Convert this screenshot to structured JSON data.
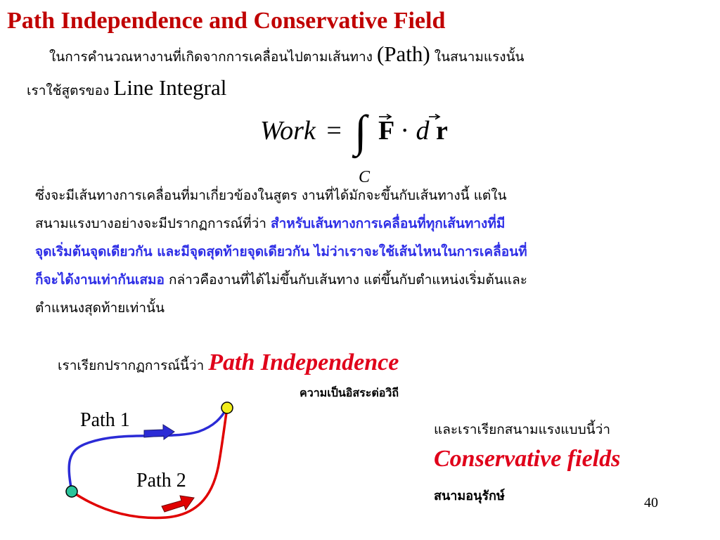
{
  "title": "Path Independence and Conservative Field",
  "intro": {
    "line1_thai": "ในการคำนวณหางานที่เกิดจากการเคลื่อนไปตามเส้นทาง",
    "line1_path": "(Path)",
    "line1_thai_end": "ในสนามแรงนั้น",
    "line2_thai": "เราใช้สูตรของ",
    "line2_latin": "Line Integral"
  },
  "formula": {
    "lhs": "Work",
    "equals": "=",
    "integral": "∫",
    "subscript": "C",
    "F": "F",
    "dot": "·",
    "d": "d",
    "r": "r"
  },
  "paragraph": {
    "line1": "ซึ่งจะมีเส้นทางการเคลื่อนที่มาเกี่ยวข้องในสูตร งานที่ได้มักจะขึ้นกับเส้นทางนี้ แต่ใน",
    "line2_plain": "สนามแรงบางอย่างจะมีปรากฏการณ์ที่ว่า",
    "line2_blue": "สำหรับเส้นทางการเคลื่อนที่ทุกเส้นทางที่มี",
    "line3_blue": "จุดเริ่มต้นจุดเดียวกัน และมีจุดสุดท้ายจุดเดียวกัน ไม่ว่าเราจะใช้เส้นไหนในการเคลื่อนที่",
    "line4_blue": "ก็จะได้งานเท่ากันเสมอ",
    "line4_plain": "กล่าวคืองานที่ได้ไม่ขึ้นกับเส้นทาง แต่ขึ้นกับตำแหน่งเริ่มต้นและ",
    "line5": "ตำแหนงสุดท้ายเท่านั้น"
  },
  "call_line": {
    "thai": "เราเรียกปรากฏการณ์นี้ว่า",
    "term": "Path Independence"
  },
  "path_independence_thai": "ความเป็นอิสระต่อวิถี",
  "diagram": {
    "path1_label": "Path 1",
    "path2_label": "Path 2",
    "path1_color": "#2b2bd6",
    "path2_color": "#e00000",
    "start_point_color": "#2bc49a",
    "end_point_color": "#f2ee1a",
    "arrow1_icon": "arrow-right-icon",
    "arrow2_icon": "arrow-up-right-icon"
  },
  "conservative": {
    "intro_thai": "และเราเรียกสนามแรงแบบนี้ว่า",
    "term": "Conservative fields",
    "thai": "สนามอนุรักษ์"
  },
  "page_number": "40",
  "colors": {
    "title": "#c00000",
    "emphasis_red": "#e0001a",
    "emphasis_blue": "#2e2ee6"
  }
}
